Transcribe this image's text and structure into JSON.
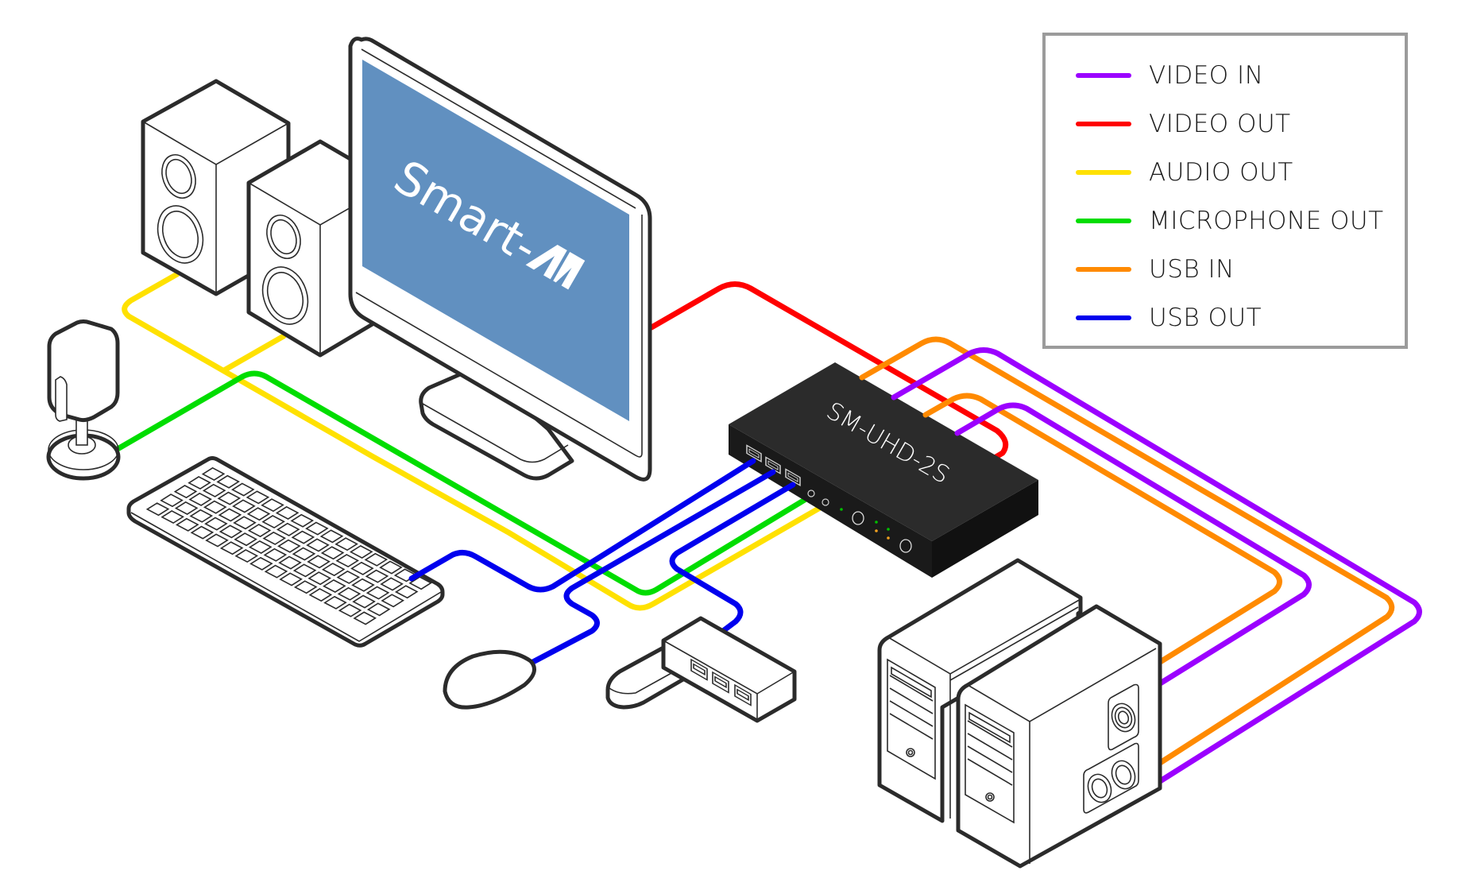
{
  "diagram": {
    "monitor": {
      "screen_text": "Smart-",
      "logo": "AV"
    },
    "device": {
      "model_label": "SM-UHD-2S"
    },
    "components": [
      "speaker-left",
      "speaker-right",
      "monitor",
      "microphone",
      "keyboard",
      "mouse",
      "usb-hub",
      "usb-flash-drive",
      "kvm-switch",
      "computer-1",
      "computer-2"
    ]
  },
  "legend": {
    "items": [
      {
        "label": "VIDEO IN",
        "color": "#9b00ff"
      },
      {
        "label": "VIDEO OUT",
        "color": "#ff0000"
      },
      {
        "label": "AUDIO OUT",
        "color": "#ffe100"
      },
      {
        "label": "MICROPHONE OUT",
        "color": "#00dd00"
      },
      {
        "label": "USB IN",
        "color": "#ff8a00"
      },
      {
        "label": "USB OUT",
        "color": "#0000ee"
      }
    ]
  },
  "colors": {
    "video_in": "#9b00ff",
    "video_out": "#ff0000",
    "audio_out": "#ffe100",
    "mic_out": "#00dd00",
    "usb_in": "#ff8a00",
    "usb_out": "#0000ee",
    "screen": "#6190c0",
    "device_top": "#2b2b2b",
    "device_side": "#1a1a1a"
  }
}
